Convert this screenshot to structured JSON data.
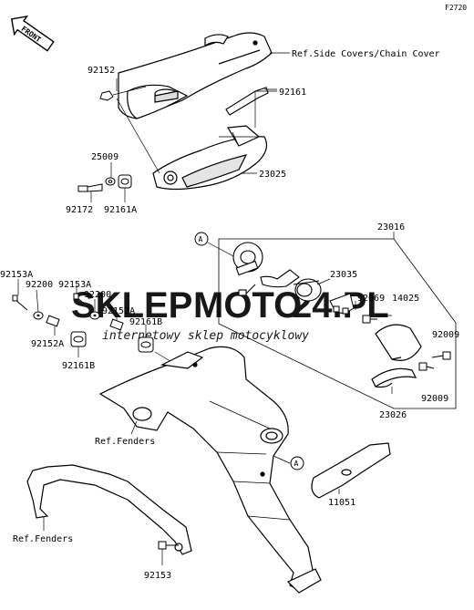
{
  "figure_code": "F2720",
  "front_marker": "FRONT",
  "watermark": {
    "brand_left": "SKLEP",
    "brand_mid": "MOTO",
    "brand_right": "24.PL",
    "tagline": "internetowy sklep motocyklowy",
    "colors": {
      "brand": "#e8e8e8",
      "accent": "#f6c9c9"
    }
  },
  "callouts": {
    "circle_a_top": "A",
    "circle_a_bottom": "A"
  },
  "labels": {
    "ref_side_covers": "Ref.Side Covers/Chain Cover",
    "p92152": "92152",
    "p92161_top": "92161",
    "p25009": "25009",
    "p23025": "23025",
    "p92172": "92172",
    "p92161a": "92161A",
    "p23016": "23016",
    "p23035": "23035",
    "p92069": "92069",
    "p14025": "14025",
    "p92009_a": "92009",
    "p92009_b": "92009",
    "p23026": "23026",
    "p92153a_left": "92153A",
    "p92200_left": "92200",
    "p92153a_mid": "92153A",
    "p92200_mid": "92200",
    "p92152a_mid": "92152A",
    "p92161b_mid": "92161B",
    "p92152a_left": "92152A",
    "p92161b_left": "92161B",
    "ref_fenders_mid": "Ref.Fenders",
    "ref_fenders_left": "Ref.Fenders",
    "p11051": "11051",
    "p92153": "92153"
  }
}
